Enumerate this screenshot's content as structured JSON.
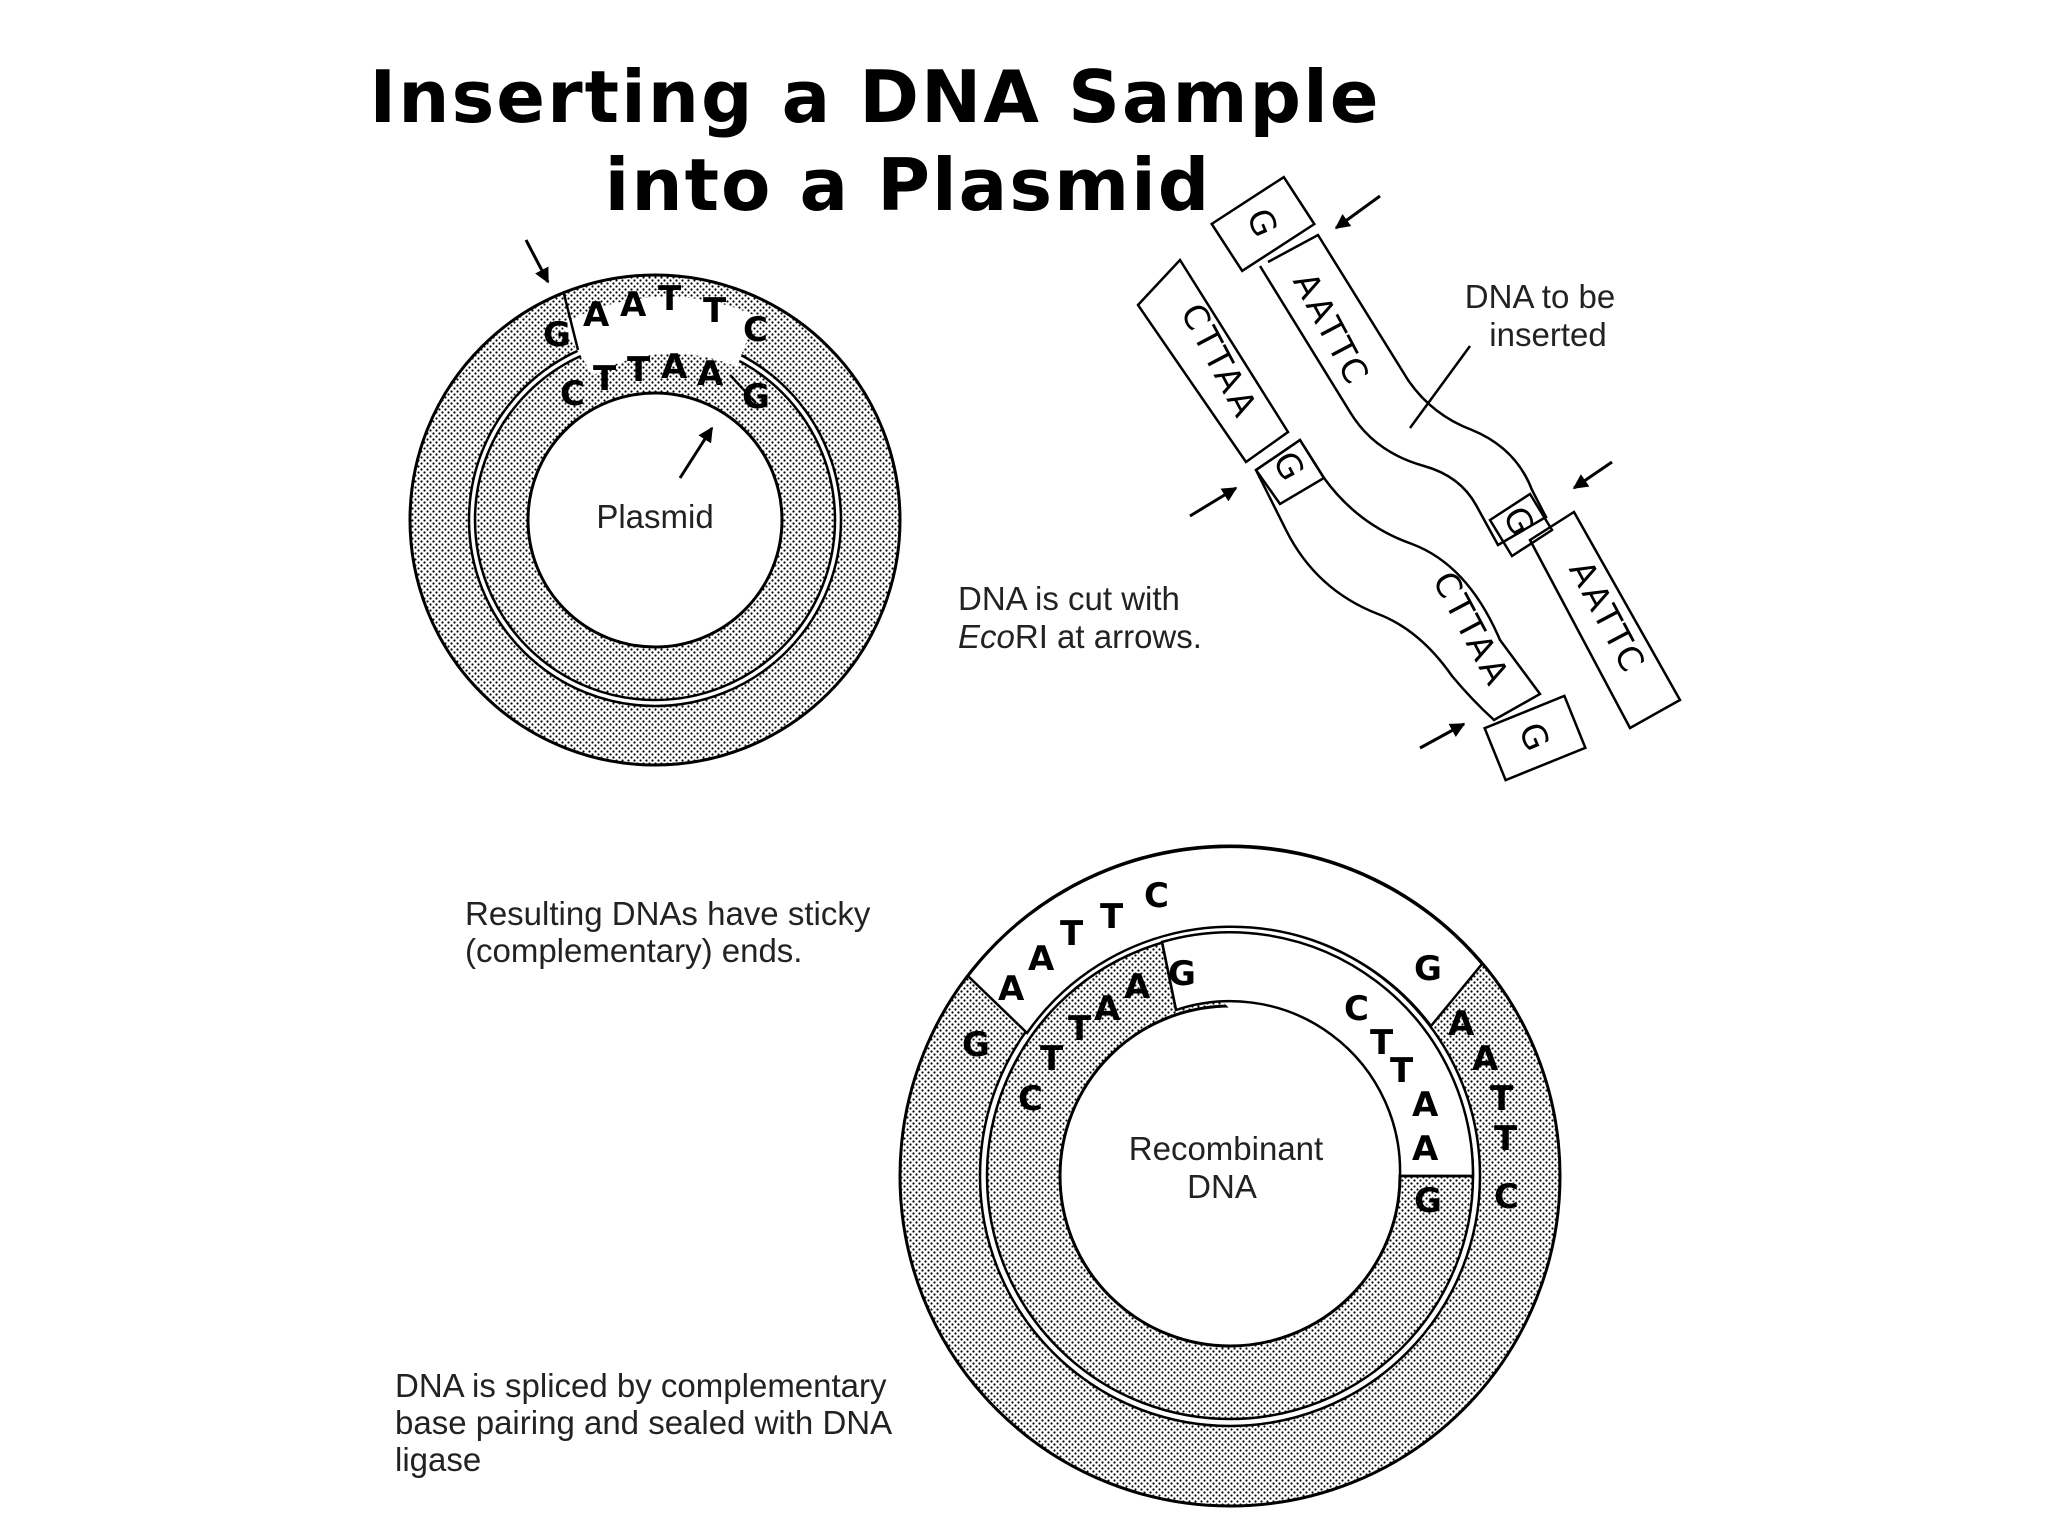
{
  "title": {
    "line1": "Inserting a DNA Sample",
    "line2": "into a Plasmid"
  },
  "labels": {
    "plasmid": "Plasmid",
    "dna_insert_1": "DNA to be",
    "dna_insert_2": "inserted",
    "cut_1": "DNA is cut with",
    "cut_2_italic": "Eco",
    "cut_2_rest": "RI at arrows.",
    "sticky_1": "Resulting DNAs have sticky",
    "sticky_2": "(complementary) ends.",
    "recombinant_1": "Recombinant",
    "recombinant_2": "DNA",
    "spliced_1": "DNA is spliced by complementary",
    "spliced_2": "base pairing and sealed with DNA",
    "spliced_3": "ligase"
  },
  "plasmid_bases": {
    "outer": [
      "G",
      "A",
      "A",
      "T",
      "T",
      "C"
    ],
    "inner": [
      "C",
      "T",
      "T",
      "A",
      "A",
      "G"
    ]
  },
  "fragment": {
    "g_top": "G",
    "aattc_top": "AATTC",
    "cttaa_left": "CTTAA",
    "g_mid_left": "G",
    "g_mid_right": "G",
    "cttaa_low": "CTTAA",
    "aattc_right": "AATTC",
    "g_bottom": "G"
  },
  "recombinant_bases": {
    "left_outer": [
      "G",
      "A",
      "A",
      "T",
      "T",
      "C"
    ],
    "left_inner": [
      "C",
      "T",
      "T",
      "A",
      "A",
      "G"
    ],
    "right_outer": [
      "G",
      "A",
      "A",
      "T",
      "T",
      "C"
    ],
    "right_inner": [
      "C",
      "T",
      "T",
      "A",
      "A",
      "G"
    ]
  }
}
